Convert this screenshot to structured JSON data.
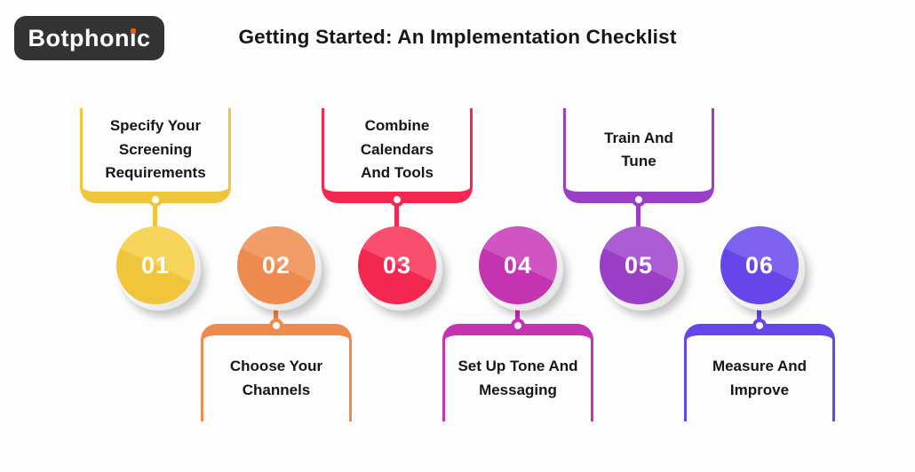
{
  "logo": {
    "text": "Botphonic",
    "text_parts": {
      "start": "Botphon",
      "dotless_i": "ı",
      "end": "c"
    },
    "dot_color": "#E8590C",
    "bg_color": "#333333"
  },
  "header": {
    "title": "Getting Started: An Implementation Checklist"
  },
  "steps": [
    {
      "number": "01",
      "label": "Specify Your\nScreening\nRequirements",
      "label_position": "top",
      "color": "#F1C53B",
      "color_light": "#F6D359"
    },
    {
      "number": "02",
      "label": "Choose Your\nChannels",
      "label_position": "bottom",
      "color": "#EE8A4D",
      "color_light": "#F29C68"
    },
    {
      "number": "03",
      "label": "Combine\nCalendars\nAnd Tools",
      "label_position": "top",
      "color": "#F42750",
      "color_light": "#FA4E6E"
    },
    {
      "number": "04",
      "label": "Set Up Tone And\nMessaging",
      "label_position": "bottom",
      "color": "#C433B0",
      "color_light": "#D055C2"
    },
    {
      "number": "05",
      "label": "Train And\nTune",
      "label_position": "top",
      "color": "#9A3EC5",
      "color_light": "#AC5DD4"
    },
    {
      "number": "06",
      "label": "Measure And\nImprove",
      "label_position": "bottom",
      "color": "#6746E9",
      "color_light": "#7E61EF"
    }
  ]
}
